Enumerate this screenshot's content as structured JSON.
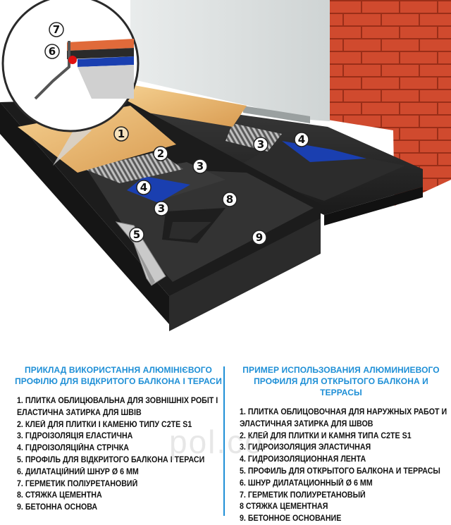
{
  "callouts": [
    {
      "id": "1",
      "label": "1"
    },
    {
      "id": "2",
      "label": "2"
    },
    {
      "id": "3a",
      "label": "3"
    },
    {
      "id": "3b",
      "label": "3"
    },
    {
      "id": "3c",
      "label": "3"
    },
    {
      "id": "4a",
      "label": "4"
    },
    {
      "id": "4b",
      "label": "4"
    },
    {
      "id": "5",
      "label": "5"
    },
    {
      "id": "6",
      "label": "6"
    },
    {
      "id": "7",
      "label": "7"
    },
    {
      "id": "8",
      "label": "8"
    },
    {
      "id": "9",
      "label": "9"
    }
  ],
  "colors": {
    "accent": "#1e8fd6",
    "membrane": "#1a3fb0",
    "tile": "#e8b36a",
    "brick": "#c8452c",
    "screed": "#2a2a2a",
    "sealant": "#e01010"
  },
  "legend_ua": {
    "title": "ПРИКЛАД ВИКОРИСТАННЯ АЛЮМІНІЄВОГО ПРОФІЛЮ ДЛЯ ВІДКРИТОГО БАЛКОНА І ТЕРАСИ",
    "items": [
      "1. ПЛИТКА ОБЛИЦЮВАЛЬНА ДЛЯ ЗОВНІШНІХ РОБІТ І",
      "ЕЛАСТИЧНА ЗАТИРКА ДЛЯ ШВІВ",
      "2. КЛЕЙ ДЛЯ ПЛИТКИ І КАМЕНЮ ТИПУ C2TE S1",
      "3. ГІДРОІЗОЛЯЦІЯ ЕЛАСТИЧНА",
      "4. ГІДРОІЗОЛЯЦІЙНА СТРІЧКА",
      "5. ПРОФІЛЬ ДЛЯ ВІДКРИТОГО БАЛКОНА І ТЕРАСИ",
      "6. ДИЛАТАЦІЙНИЙ ШНУР Ø 6 ММ",
      "7. ГЕРМЕТИК ПОЛІУРЕТАНОВИЙ",
      "8. СТЯЖКА ЦЕМЕНТНА",
      "9. БЕТОННА ОСНОВА"
    ]
  },
  "legend_ru": {
    "title": "ПРИМЕР ИСПОЛЬЗОВАНИЯ АЛЮМИНИЕВОГО ПРОФИЛЯ ДЛЯ ОТКРЫТОГО БАЛКОНА И ТЕРРАСЫ",
    "items": [
      "1. ПЛИТКА ОБЛИЦОВОЧНАЯ ДЛЯ НАРУЖНЫХ РАБОТ И",
      "ЭЛАСТИЧНАЯ ЗАТИРКА ДЛЯ ШВОВ",
      "2. КЛЕЙ ДЛЯ ПЛИТКИ И КАМНЯ ТИПА C2TE S1",
      "3. ГИДРОИЗОЛЯЦИЯ ЭЛАСТИЧНАЯ",
      "4. ГИДРОИЗОЛЯЦИОННАЯ ЛЕНТА",
      "5. ПРОФИЛЬ ДЛЯ ОТКРЫТОГО БАЛКОНА И ТЕРРАСЫ",
      "6. ШНУР ДИЛАТАЦИОННЫЙ Ø 6 ММ",
      "7. ГЕРМЕТИК ПОЛИУРЕТАНОВЫЙ",
      "8 СТЯЖКА ЦЕМЕНТНАЯ",
      "9. БЕТОННОЕ ОСНОВАНИЕ"
    ]
  },
  "watermark": "pol.co"
}
